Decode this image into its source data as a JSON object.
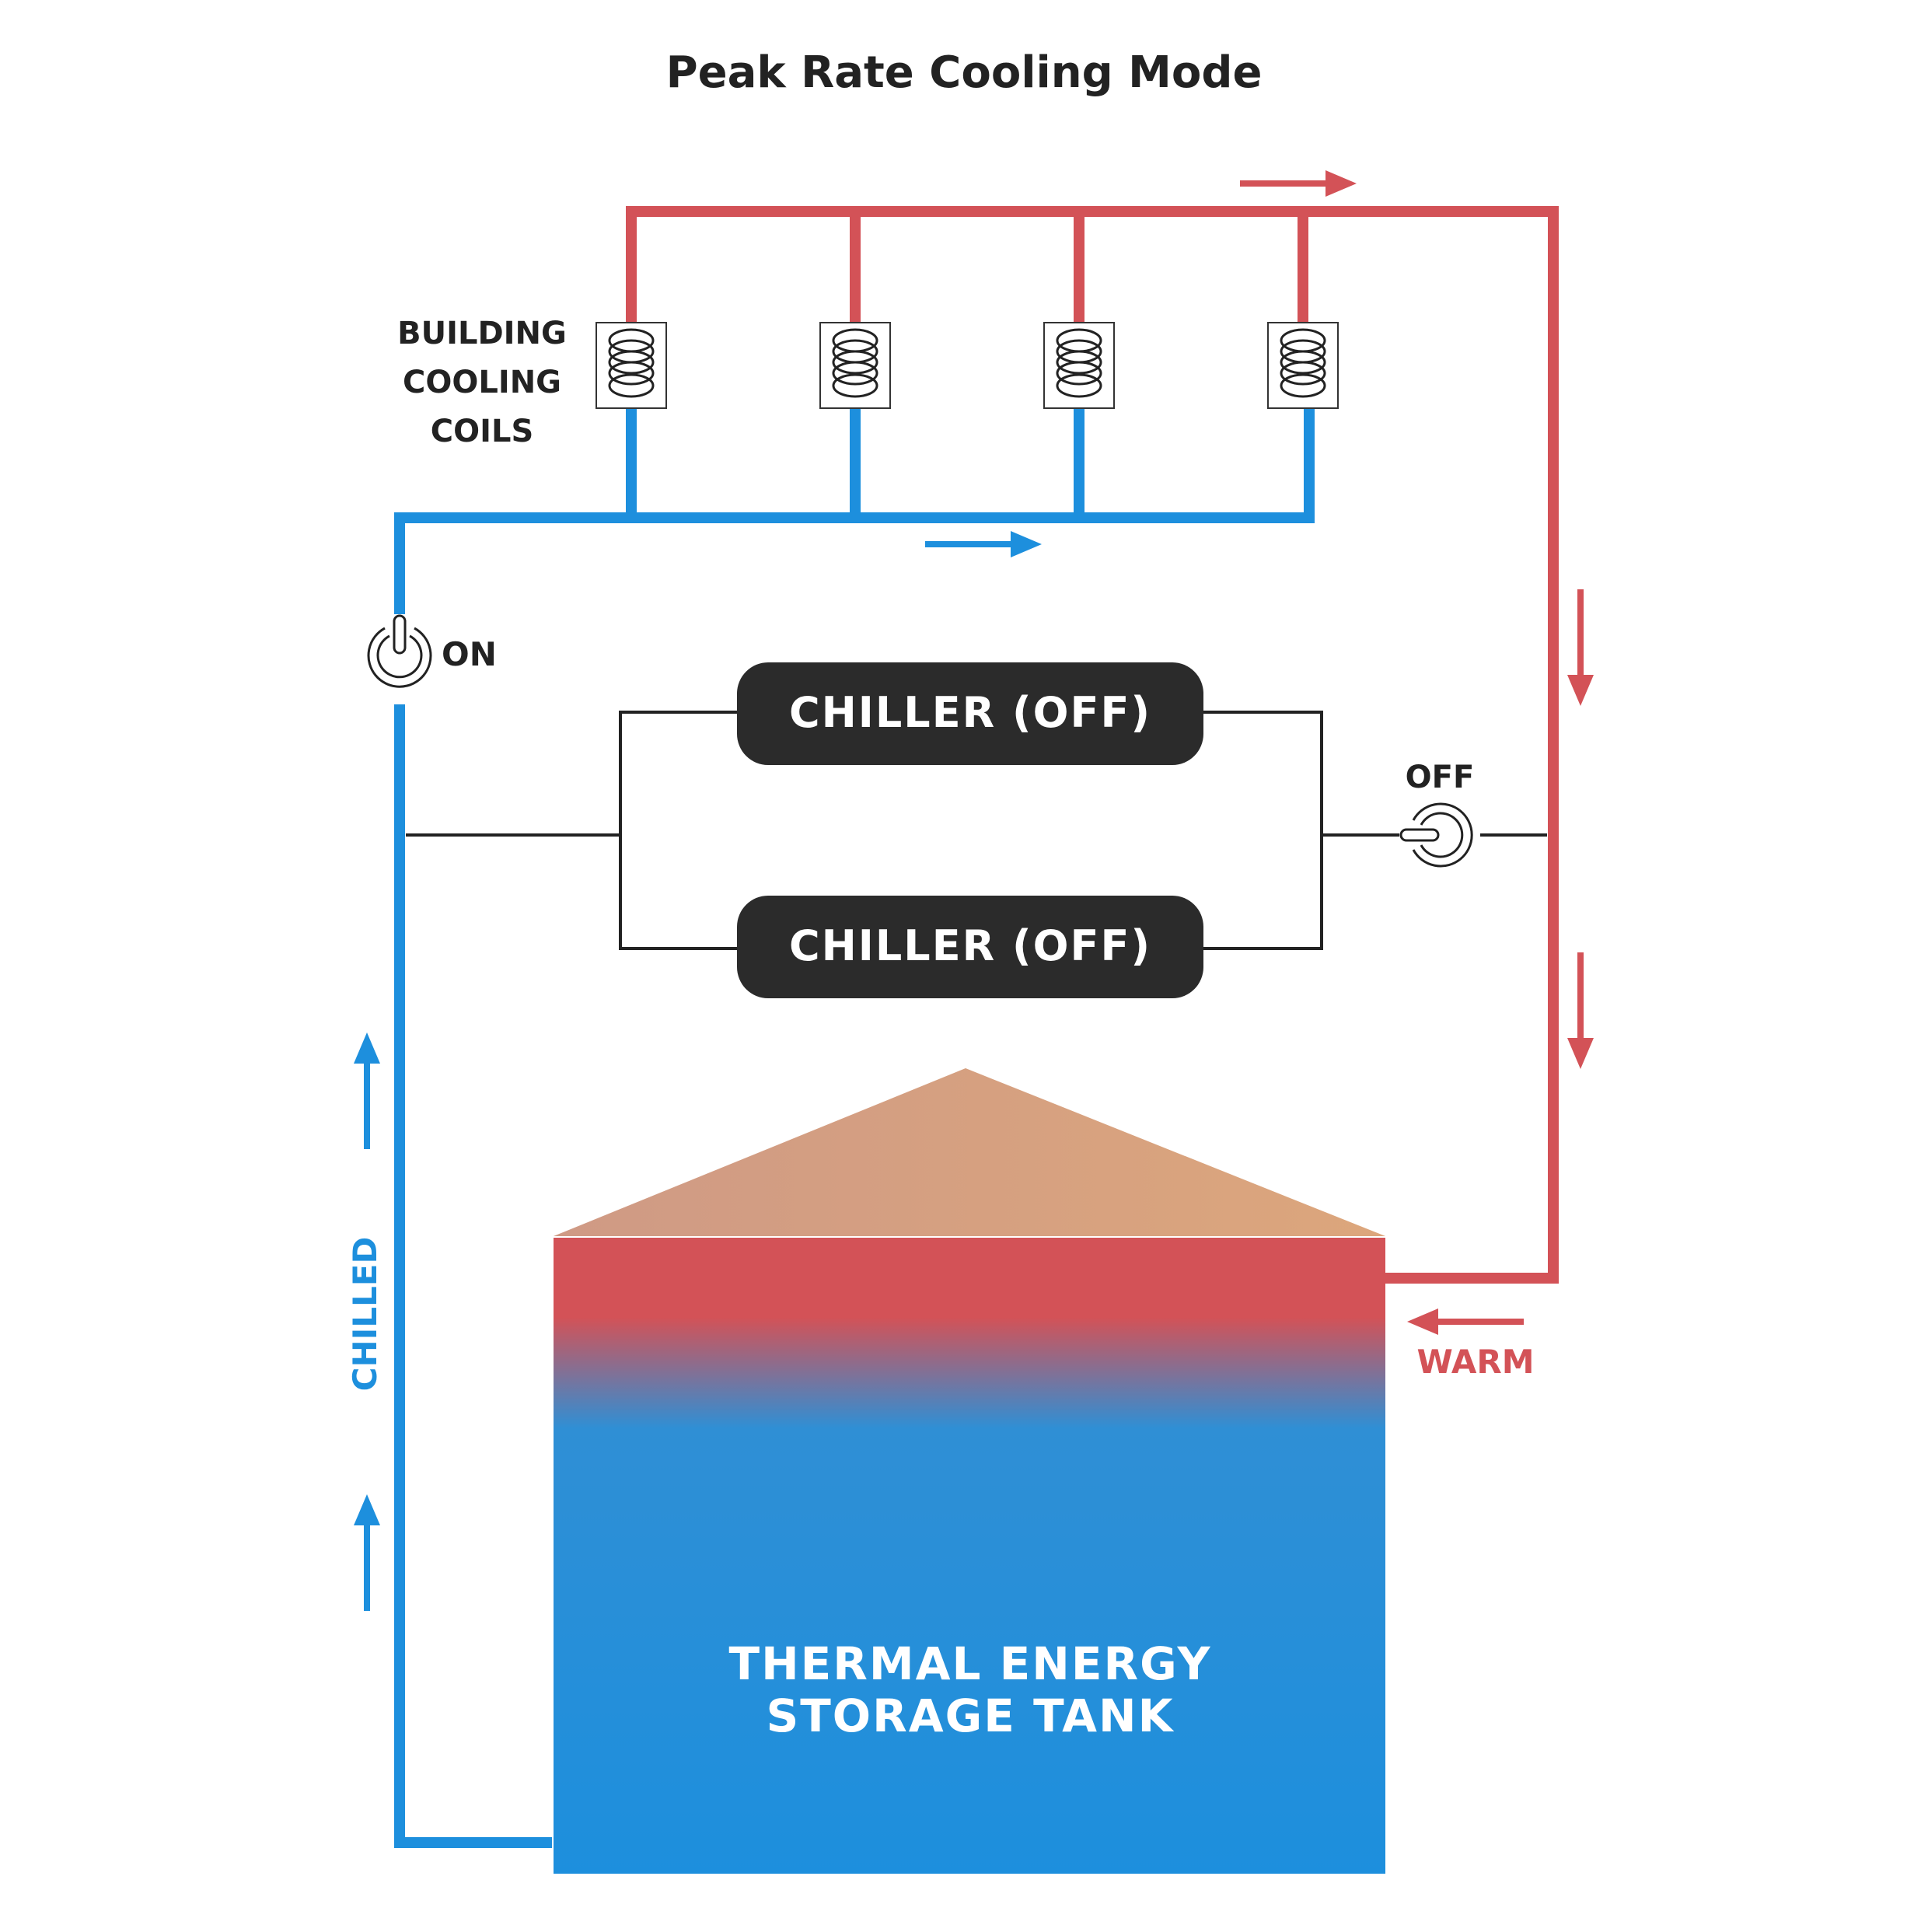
{
  "title": "Peak Rate Cooling Mode",
  "coils_label": [
    "BUILDING",
    "COOLING",
    "COILS"
  ],
  "chillers": [
    "CHILLER (OFF)",
    "CHILLER (OFF)"
  ],
  "valve_on_label": "ON",
  "valve_off_label": "OFF",
  "chilled_label": "CHILLED",
  "warm_label": "WARM",
  "tank_label": [
    "THERMAL ENERGY",
    "STORAGE TANK"
  ],
  "colors": {
    "warm": "#d35257",
    "chilled": "#1d8fdd",
    "dark": "#2b2b2b",
    "roof_left": "#cf9a85",
    "roof_right": "#dca67c"
  },
  "icons": {
    "coil": "coil-icon",
    "power_on": "power-on-icon",
    "power_off": "power-off-icon",
    "arrow": "arrow-icon"
  }
}
